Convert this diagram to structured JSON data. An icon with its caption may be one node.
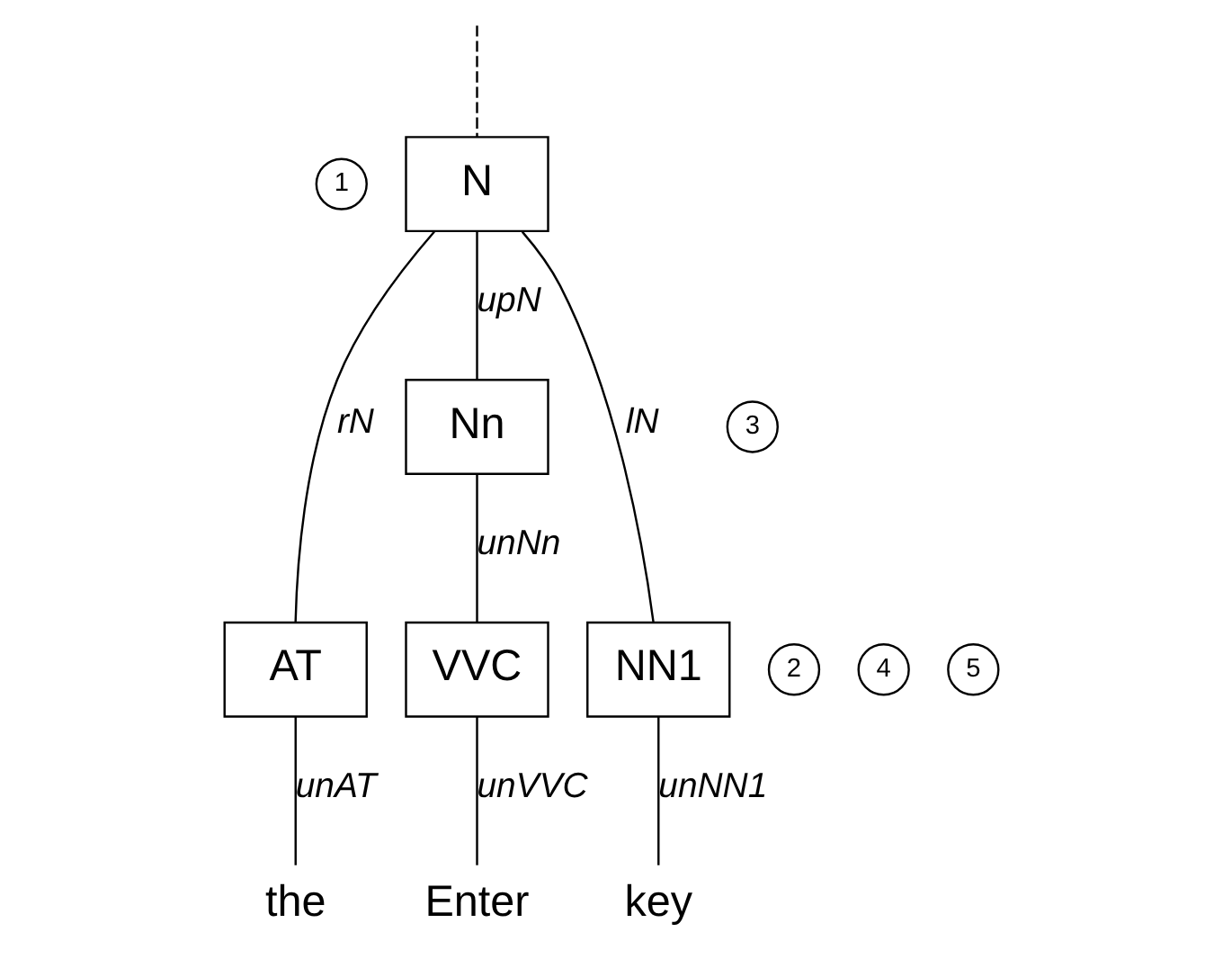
{
  "diagram": {
    "nodes": [
      {
        "text": [
          "1"
        ]
      },
      {
        "text": [
          "N"
        ]
      },
      {
        "text": [
          "3"
        ]
      },
      {
        "text": [
          "Nn"
        ]
      },
      {
        "text": [
          "2"
        ]
      },
      {
        "text": [
          "AT"
        ]
      },
      {
        "text": [
          "4"
        ]
      },
      {
        "text": [
          "VVC"
        ]
      },
      {
        "text": [
          "5"
        ]
      },
      {
        "text": [
          "NN1"
        ]
      },
      {
        "text": [
          "the"
        ]
      },
      {
        "text": [
          "Enter"
        ]
      },
      {
        "text": [
          "key"
        ]
      }
    ],
    "edges": [
      {
        "from": null,
        "to": 1,
        "arrow": "none",
        "style": "dashed"
      },
      {
        "from": 1,
        "to": 5,
        "arrow": "none",
        "label": "rN"
      },
      {
        "from": 1,
        "to": 3,
        "arrow": "none",
        "label": "upN"
      },
      {
        "from": 1,
        "to": 9,
        "arrow": "none",
        "label": "lN"
      },
      {
        "from": 3,
        "to": 7,
        "arrow": "none",
        "label": "unNn"
      },
      {
        "from": 5,
        "to": 10,
        "arrow": "none",
        "label": "unAT"
      },
      {
        "from": 7,
        "to": 11,
        "arrow": "none",
        "label": "unVVC"
      },
      {
        "from": 9,
        "to": 12,
        "arrow": "none",
        "label": "unNN1"
      }
    ]
  }
}
